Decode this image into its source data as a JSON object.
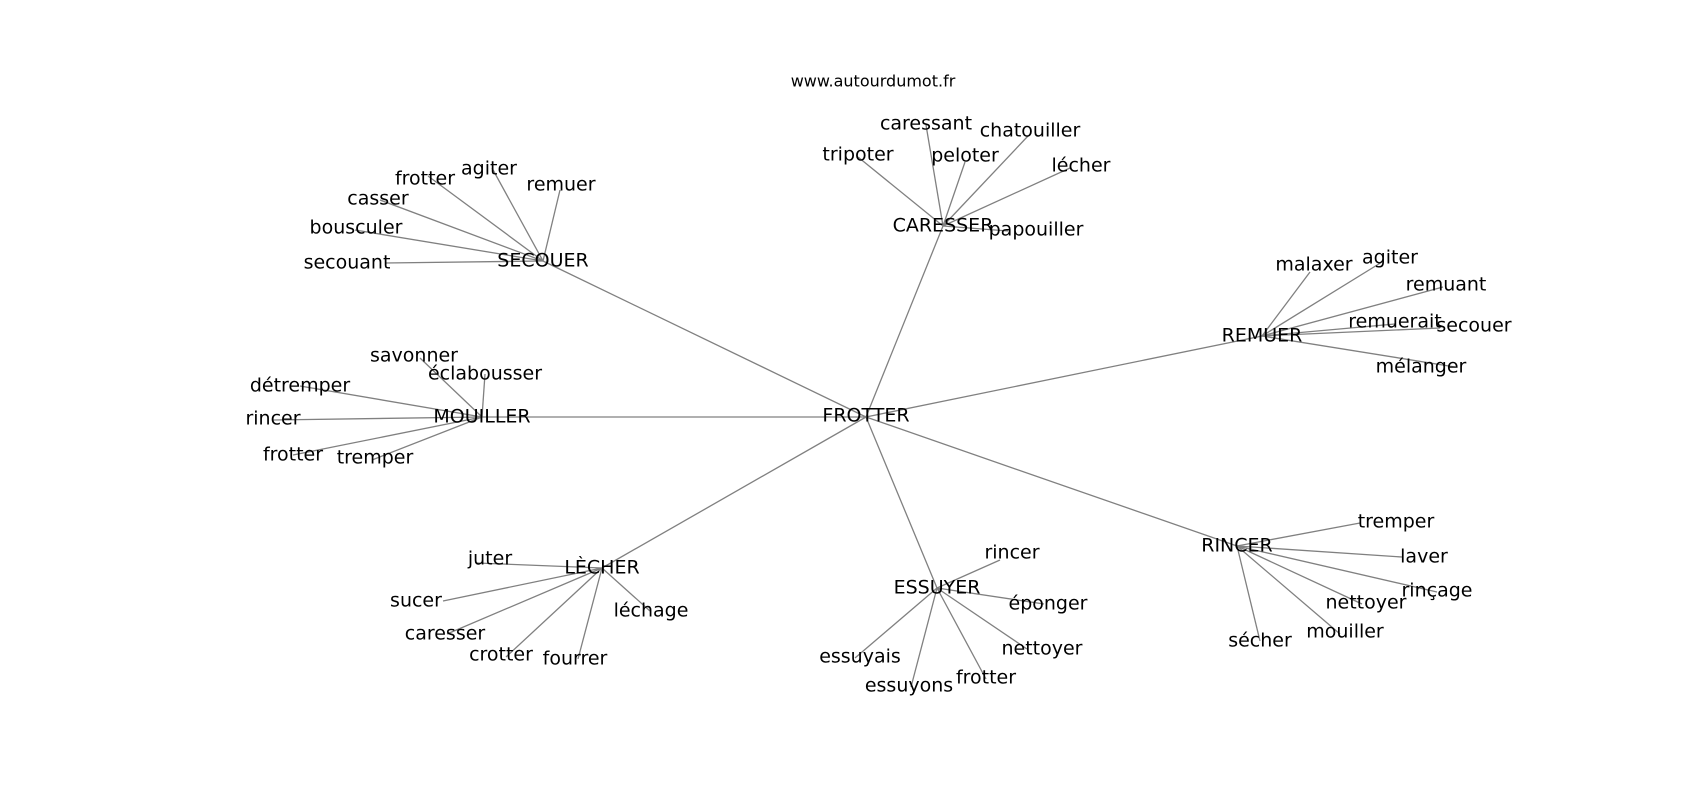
{
  "site": "www.autourdumot.fr",
  "center": "FROTTER",
  "hubs": [
    {
      "id": "secouer",
      "label": "SECOUER",
      "leaves": [
        "frotter",
        "agiter",
        "remuer",
        "casser",
        "bousculer",
        "secouant"
      ]
    },
    {
      "id": "caresser",
      "label": "CARESSER",
      "leaves": [
        "caressant",
        "chatouiller",
        "tripoter",
        "peloter",
        "lécher",
        "papouiller"
      ]
    },
    {
      "id": "remuer",
      "label": "REMUER",
      "leaves": [
        "malaxer",
        "agiter",
        "remuant",
        "remuerait",
        "secouer",
        "mélanger"
      ]
    },
    {
      "id": "mouiller",
      "label": "MOUILLER",
      "leaves": [
        "savonner",
        "éclabousser",
        "détremper",
        "rincer",
        "frotter",
        "tremper"
      ]
    },
    {
      "id": "lecher",
      "label": "LÈCHER",
      "leaves": [
        "juter",
        "sucer",
        "léchage",
        "caresser",
        "crotter",
        "fourrer"
      ]
    },
    {
      "id": "essuyer",
      "label": "ESSUYER",
      "leaves": [
        "rincer",
        "éponger",
        "nettoyer",
        "essuyais",
        "essuyons",
        "frotter"
      ]
    },
    {
      "id": "rincer",
      "label": "RINCER",
      "leaves": [
        "tremper",
        "laver",
        "rinçage",
        "nettoyer",
        "mouiller",
        "sécher"
      ]
    }
  ]
}
